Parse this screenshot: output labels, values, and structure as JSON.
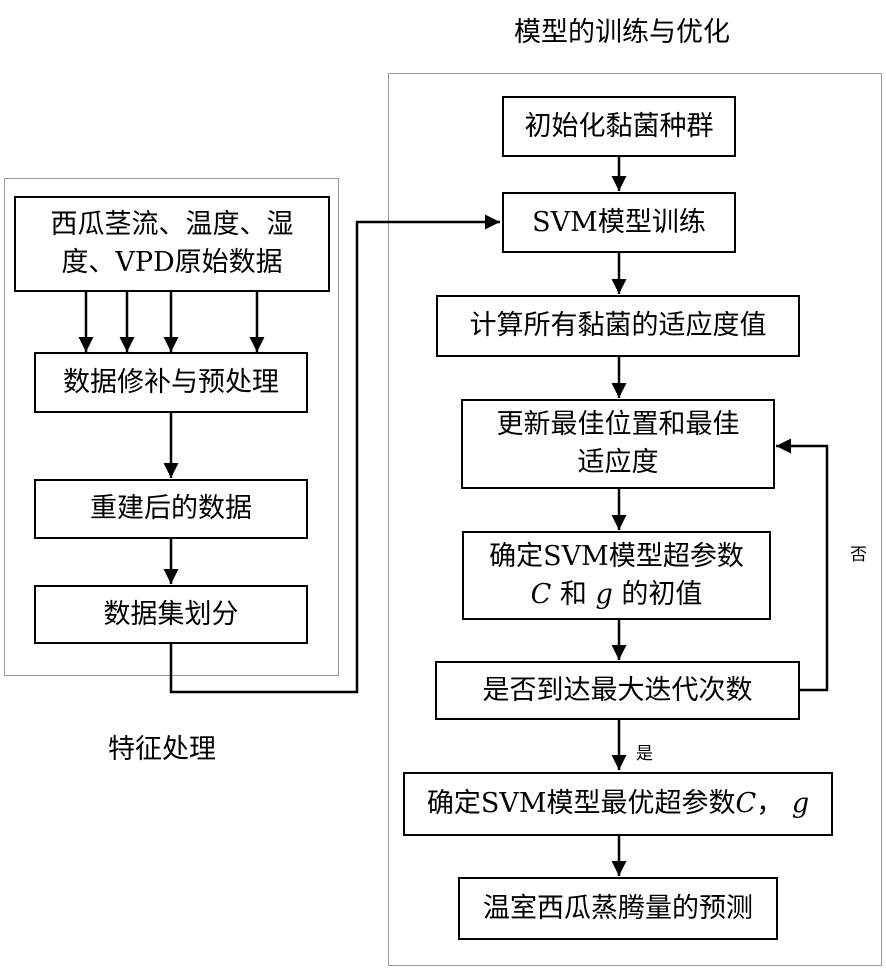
{
  "titles": {
    "right_section": "模型的训练与优化",
    "left_section": "特征处理"
  },
  "left_steps": {
    "raw_data_line1": "西瓜茎流、温度、湿",
    "raw_data_line2": "度、VPD原始数据",
    "repair": "数据修补与预处理",
    "rebuilt": "重建后的数据",
    "split": "数据集划分"
  },
  "right_steps": {
    "init": "初始化黏菌种群",
    "train": "SVM模型训练",
    "fitness": "计算所有黏菌的适应度值",
    "update_line1": "更新最佳位置和最佳",
    "update_line2": "适应度",
    "hyper_line1": "确定SVM模型超参数",
    "hyper_c": "C",
    "hyper_and": " 和 ",
    "hyper_g": "g",
    "hyper_rest": " 的初值",
    "check": "是否到达最大迭代次数",
    "optimal_prefix": "确定SVM模型最优超参数",
    "optimal_c": "C",
    "optimal_sep": "， ",
    "optimal_g": "g",
    "predict": "温室西瓜蒸腾量的预测"
  },
  "branch_labels": {
    "yes": "是",
    "no": "否"
  }
}
